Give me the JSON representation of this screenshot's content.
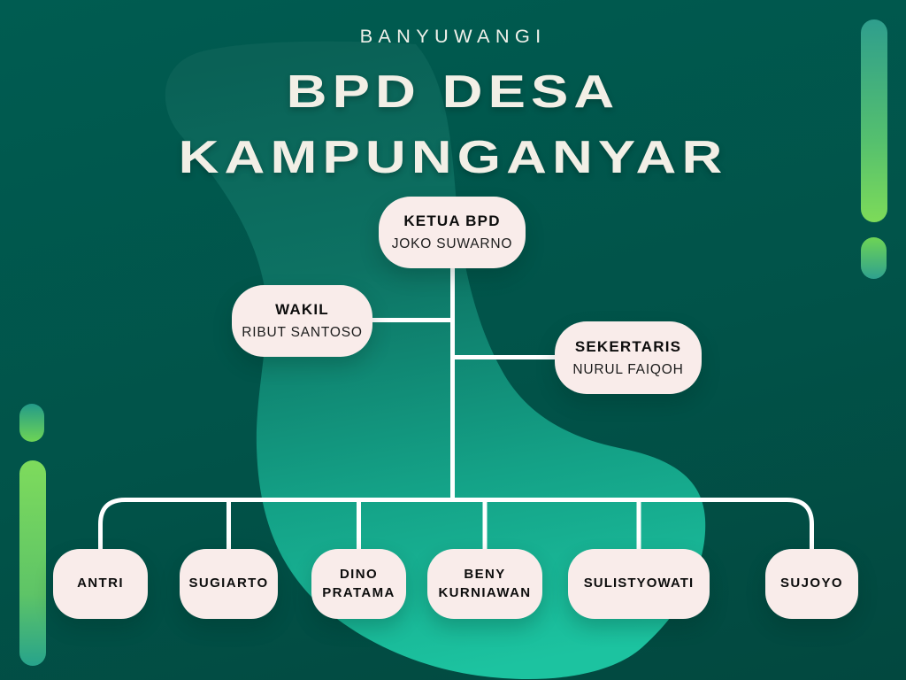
{
  "header": {
    "location": "BANYUWANGI",
    "title_line1": "BPD DESA",
    "title_line2": "KAMPUNGANYAR"
  },
  "org_chart": {
    "chairman": {
      "role": "KETUA BPD",
      "name": "JOKO SUWARNO"
    },
    "vice": {
      "role": "WAKIL",
      "name": "RIBUT SANTOSO"
    },
    "secretary": {
      "role": "SEKERTARIS",
      "name": "NURUL FAIQOH"
    },
    "members": [
      {
        "name": "ANTRI"
      },
      {
        "name": "SUGIARTO"
      },
      {
        "name": "DINO PRATAMA"
      },
      {
        "name": "BENY KURNIAWAN"
      },
      {
        "name": "SULISTYOWATI"
      },
      {
        "name": "SUJOYO"
      }
    ]
  },
  "colors": {
    "background_dark_teal": "#005c51",
    "blob_turquoise": "#1cc3a0",
    "node_background_pink": "#f9ecea",
    "connector_line": "#ffffff",
    "pill_green": "#7edb5c",
    "pill_teal": "#2f9e8d",
    "title_text": "#f2efe6",
    "node_text": "#0d0d0d"
  }
}
